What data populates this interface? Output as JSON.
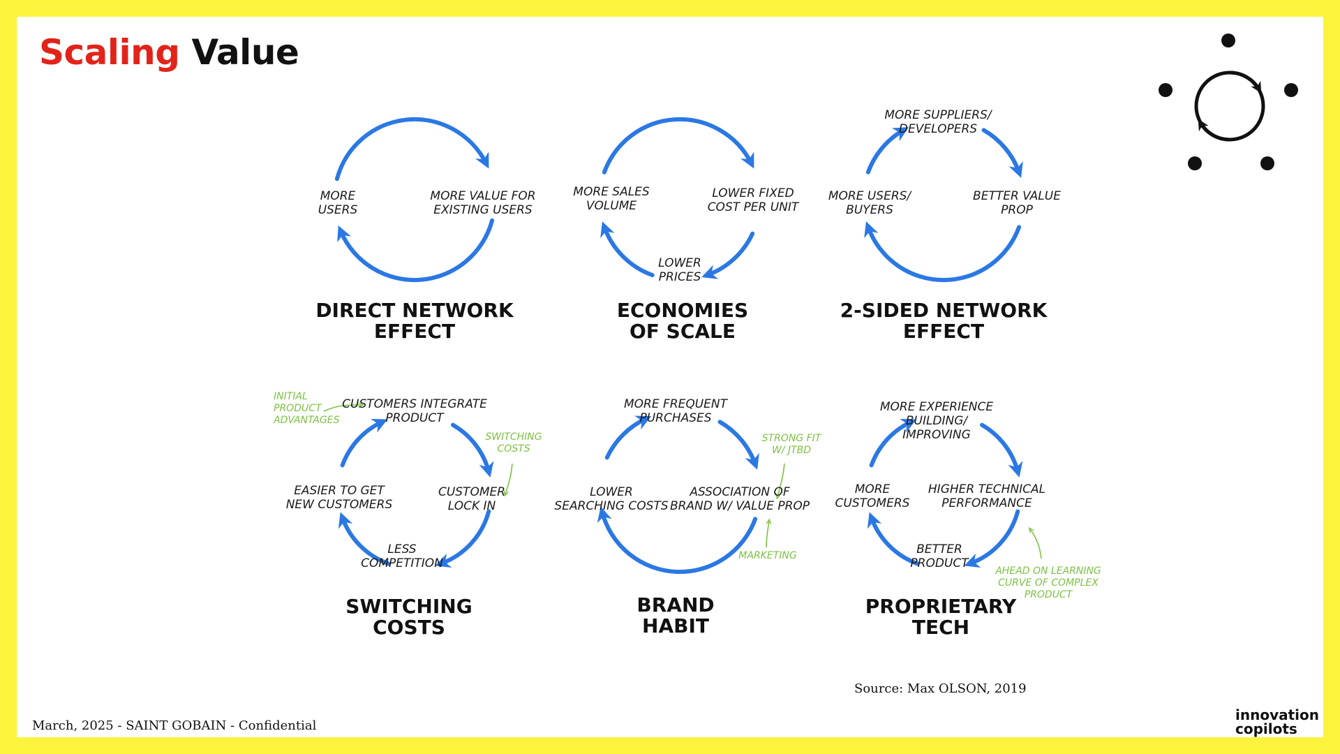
{
  "title": {
    "accent": "Scaling",
    "rest": "Value"
  },
  "logo_icon": "cycle-with-dots-icon",
  "colors": {
    "loop": "#2b78e4",
    "note": "#7cc242",
    "accent": "#e2231a",
    "frame": "#fbf33c"
  },
  "loops": [
    {
      "name": "Direct Network Effect",
      "title": [
        "DIRECT NETWORK",
        "EFFECT"
      ],
      "nodes": [
        {
          "lines": [
            "MORE",
            "USERS"
          ]
        },
        {
          "lines": [
            "MORE VALUE FOR",
            "EXISTING USERS"
          ]
        }
      ],
      "notes": []
    },
    {
      "name": "Economies of Scale",
      "title": [
        "ECONOMIES",
        "OF SCALE"
      ],
      "nodes": [
        {
          "lines": [
            "MORE SALES",
            "VOLUME"
          ]
        },
        {
          "lines": [
            "LOWER FIXED",
            "COST PER UNIT"
          ]
        },
        {
          "lines": [
            "LOWER",
            "PRICES"
          ]
        }
      ],
      "notes": []
    },
    {
      "name": "2-Sided Network Effect",
      "title": [
        "2-SIDED NETWORK",
        "EFFECT"
      ],
      "nodes": [
        {
          "lines": [
            "MORE SUPPLIERS/",
            "DEVELOPERS"
          ]
        },
        {
          "lines": [
            "BETTER VALUE",
            "PROP"
          ]
        },
        {
          "lines": [
            "MORE USERS/",
            "BUYERS"
          ]
        }
      ],
      "notes": []
    },
    {
      "name": "Switching Costs",
      "title": [
        "SWITCHING",
        "COSTS"
      ],
      "nodes": [
        {
          "lines": [
            "CUSTOMERS INTEGRATE",
            "PRODUCT"
          ]
        },
        {
          "lines": [
            "CUSTOMER",
            "LOCK IN"
          ]
        },
        {
          "lines": [
            "LESS",
            "COMPETITION"
          ]
        },
        {
          "lines": [
            "EASIER TO GET",
            "NEW CUSTOMERS"
          ]
        }
      ],
      "notes": [
        {
          "lines": [
            "INITIAL",
            "PRODUCT",
            "ADVANTAGES"
          ]
        },
        {
          "lines": [
            "SWITCHING",
            "COSTS"
          ]
        }
      ]
    },
    {
      "name": "Brand Habit",
      "title": [
        "BRAND",
        "HABIT"
      ],
      "nodes": [
        {
          "lines": [
            "MORE FREQUENT",
            "PURCHASES"
          ]
        },
        {
          "lines": [
            "ASSOCIATION OF",
            "BRAND W/ VALUE PROP"
          ]
        },
        {
          "lines": [
            "LOWER",
            "SEARCHING COSTS"
          ]
        }
      ],
      "notes": [
        {
          "lines": [
            "STRONG FIT",
            "W/ JTBD"
          ]
        },
        {
          "lines": [
            "MARKETING"
          ]
        }
      ]
    },
    {
      "name": "Proprietary Tech",
      "title": [
        "PROPRIETARY",
        "TECH"
      ],
      "nodes": [
        {
          "lines": [
            "MORE EXPERIENCE",
            "BUILDING/",
            "IMPROVING"
          ]
        },
        {
          "lines": [
            "HIGHER TECHNICAL",
            "PERFORMANCE"
          ]
        },
        {
          "lines": [
            "BETTER",
            "PRODUCT"
          ]
        },
        {
          "lines": [
            "MORE",
            "CUSTOMERS"
          ]
        }
      ],
      "notes": [
        {
          "lines": [
            "AHEAD ON LEARNING",
            "CURVE OF COMPLEX",
            "PRODUCT"
          ]
        }
      ]
    }
  ],
  "source": "Source: Max OLSON, 2019",
  "footer": "March, 2025 - SAINT GOBAIN - Confidential",
  "brand": {
    "line1": "innovation",
    "line2": "copilots"
  }
}
